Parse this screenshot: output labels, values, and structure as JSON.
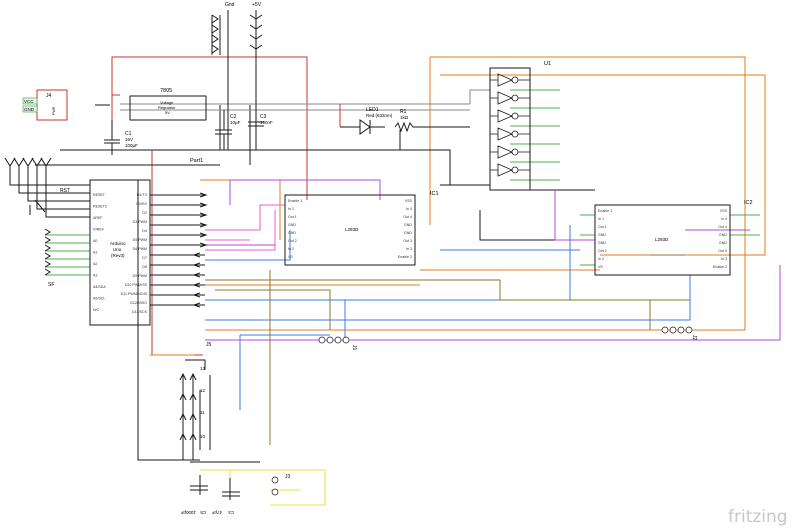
{
  "title": "",
  "wire_colors": {
    "black": "#1a1a1a",
    "red": "#c0392b",
    "orange": "#e67e22",
    "yellow": "#e8e03a",
    "green": "#4caf50",
    "blue": "#3d7ee0",
    "purple": "#b04ad8",
    "pink": "#e85fd0",
    "grey": "#888888",
    "olive": "#8a7a2a"
  },
  "power": {
    "gnd": "Gnd",
    "vcc5": "+5V"
  },
  "connector_j4": {
    "ref": "J4",
    "pins": [
      "VCC",
      "GND"
    ],
    "switch": "PWR"
  },
  "regulator": {
    "ref": "7805",
    "line1": "Voltage",
    "line2": "Regulator",
    "line3": "5V"
  },
  "caps": {
    "c1": {
      "ref": "C1",
      "v": "16V",
      "val": "100µF"
    },
    "c2": {
      "ref": "C2",
      "val": "10µF"
    },
    "c3": {
      "ref": "C3",
      "val": "100nF"
    },
    "c4": {
      "ref": "C4",
      "val": "47pF"
    },
    "c5": {
      "ref": "C5",
      "val": "1000pF"
    }
  },
  "led": {
    "ref": "LED1",
    "desc": "Red (633nm)"
  },
  "resistor": {
    "ref": "R1",
    "val": "1kΩ"
  },
  "part1": "Part1",
  "rst": "RST",
  "sf": "SF",
  "arduino": {
    "line1": "Arduino",
    "line2": "Uno",
    "line3": "(Rev3)",
    "left_pins": [
      "RESET",
      "RESET2",
      "AREF",
      "IOREF",
      "A0",
      "A1",
      "A2",
      "A3",
      "A4/SDA",
      "A5/SCL",
      "N/C"
    ],
    "right_pins": [
      "D1/TX",
      "D0/RX",
      "D2",
      "D3 PWM",
      "D4",
      "D5 PWM",
      "D6 PWM",
      "D7",
      "D8",
      "D9 PWM",
      "D10 PWM/SS",
      "D11 PWM/MOSI",
      "D12/MISO",
      "D13/SCK"
    ]
  },
  "ic1": {
    "ref": "IC1",
    "name": "L293D",
    "left_pins": [
      "Enable 1",
      "In 1",
      "Out 1",
      "GND",
      "GND",
      "Out 2",
      "In 2",
      "VS"
    ],
    "right_pins": [
      "VSS",
      "In 4",
      "Out 4",
      "GND",
      "GND",
      "Out 3",
      "In 3",
      "Enable 2"
    ]
  },
  "ic2": {
    "ref": "IC2",
    "name": "L293D",
    "left_pins": [
      "Enable 1",
      "In 1",
      "Out 1",
      "GND",
      "GND",
      "Out 2",
      "In 2",
      "VS"
    ],
    "right_pins": [
      "VSS",
      "In 4",
      "Out 4",
      "GND",
      "GND",
      "Out 3",
      "In 3",
      "Enable 2"
    ]
  },
  "u1": {
    "ref": "U1"
  },
  "j1": "J1",
  "j2": "J2",
  "j3": "J3",
  "j5": "J5",
  "j5_pins": [
    "13",
    "12",
    "11",
    "10"
  ],
  "logo": "fritzing"
}
